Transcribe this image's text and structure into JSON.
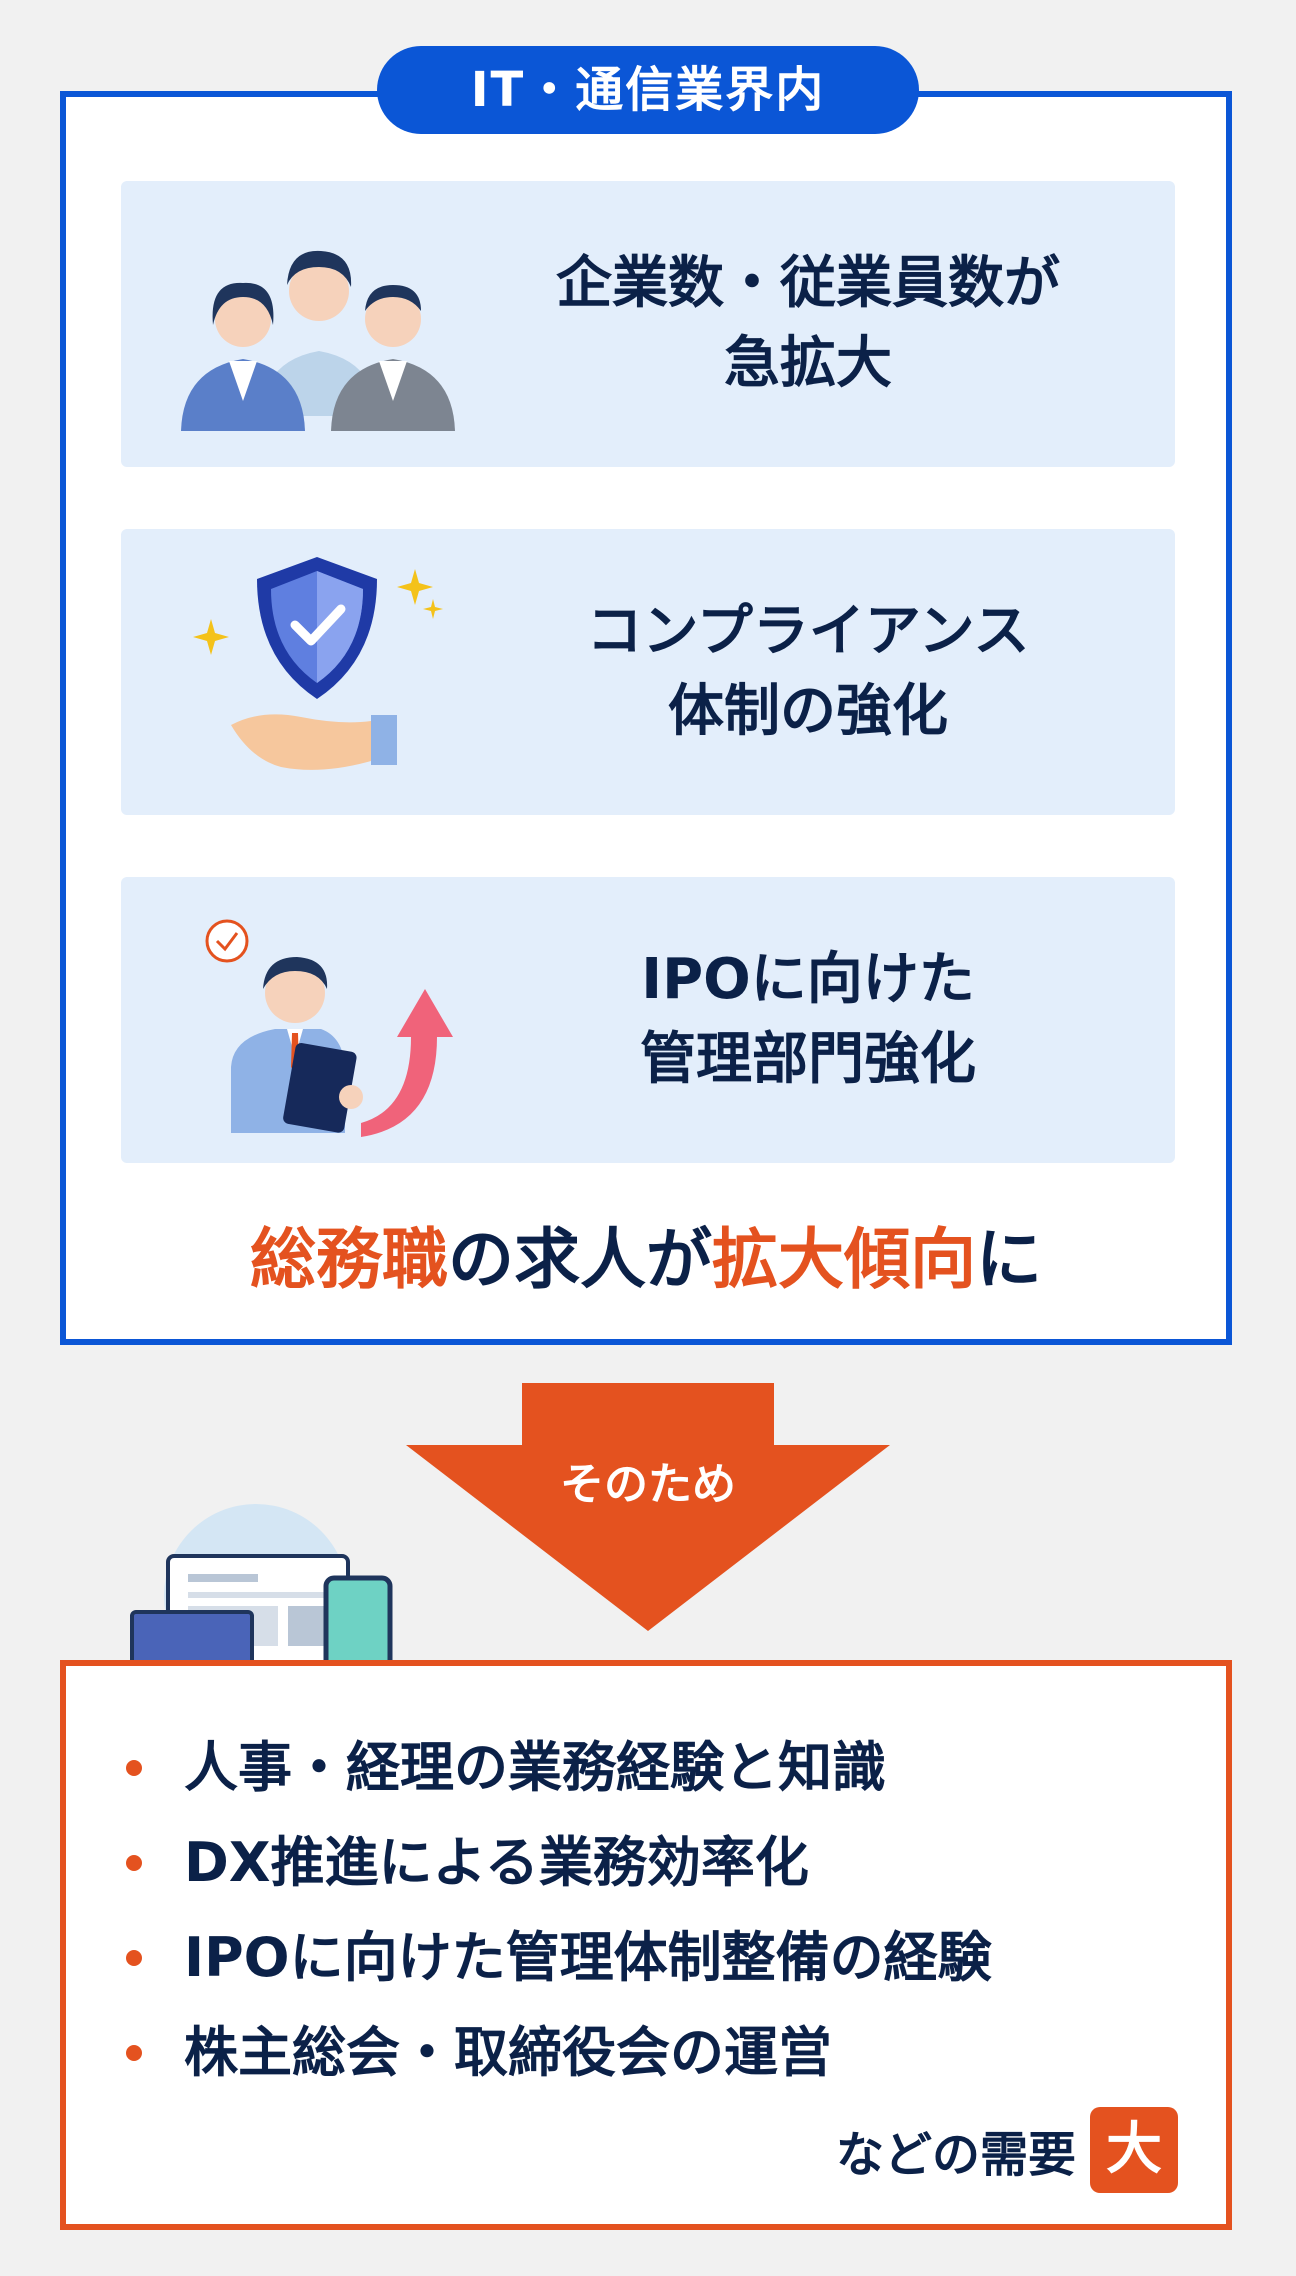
{
  "header": {
    "title": "IT・通信業界内"
  },
  "cards": [
    {
      "icon": "people-group-icon",
      "line1": "企業数・従業員数が",
      "line2": "急拡大"
    },
    {
      "icon": "shield-hand-icon",
      "line1": "コンプライアンス",
      "line2": "体制の強化"
    },
    {
      "icon": "manager-growth-icon",
      "line1": "IPOに向けた",
      "line2": "管理部門強化"
    }
  ],
  "conclusion": {
    "part1": "総務職",
    "part2": "の求人が",
    "part3": "拡大傾向",
    "part4": "に"
  },
  "transition": {
    "label": "そのため"
  },
  "needs": {
    "items": [
      "人事・経理の業務経験と知識",
      "DX推進による業務効率化",
      "IPOに向けた管理体制整備の経験",
      "株主総会・取締役会の運営"
    ],
    "suffix": "などの需要",
    "badge": "大"
  },
  "colors": {
    "blue": "#0b56d6",
    "orange": "#e4521f",
    "navy": "#0b2148",
    "card_bg": "#e3eefb"
  }
}
